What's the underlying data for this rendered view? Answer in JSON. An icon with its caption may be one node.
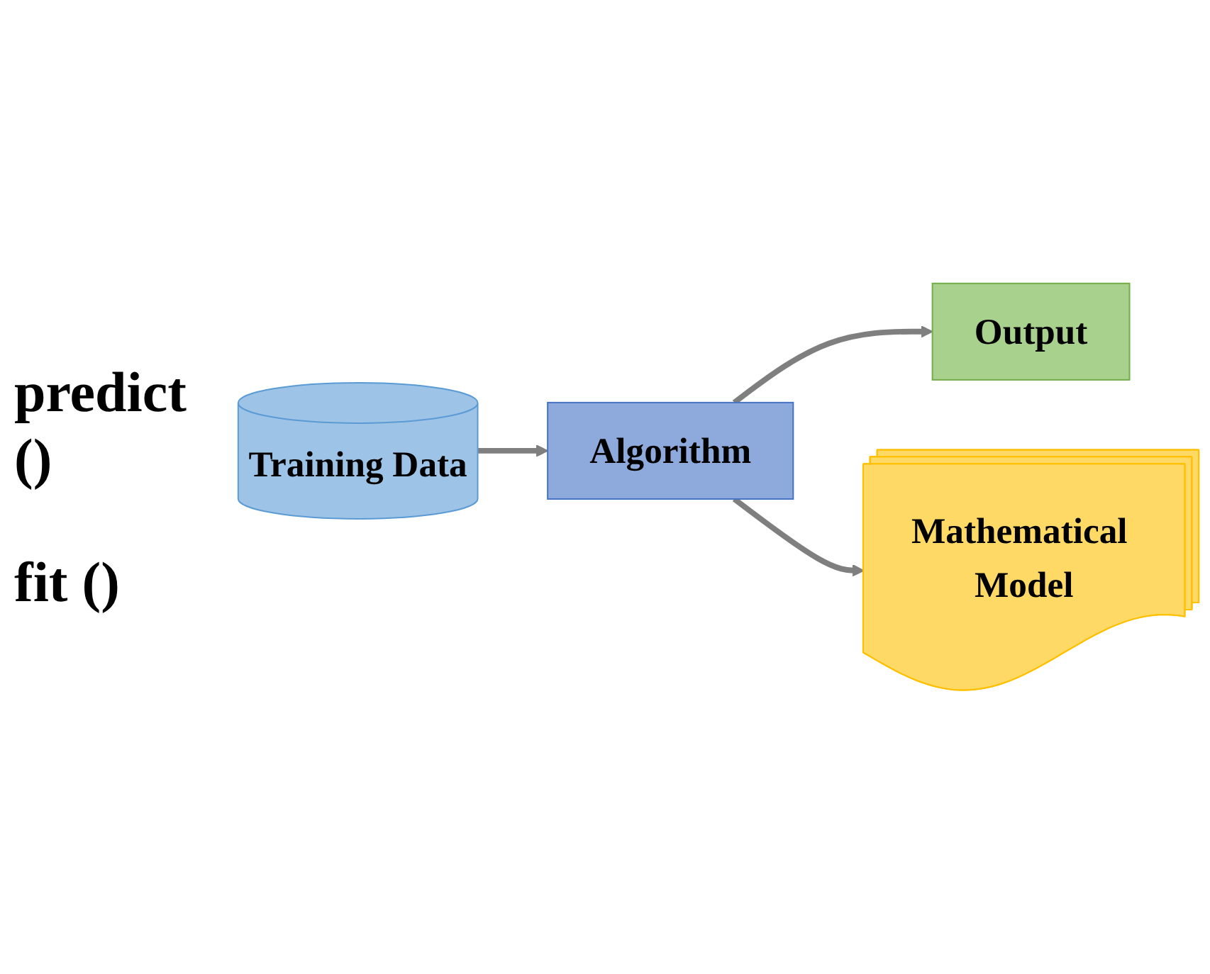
{
  "diagram": {
    "nodes": [
      {
        "text": [
          "Training Data"
        ]
      },
      {
        "text": [
          "Algorithm"
        ]
      },
      {
        "text": [
          "Output"
        ]
      },
      {
        "text": [
          "Mathematical Model"
        ]
      }
    ],
    "edges": [
      {
        "from": 0,
        "to": 1,
        "arrow": "to"
      },
      {
        "from": 1,
        "to": 2,
        "arrow": "to"
      },
      {
        "from": 1,
        "to": 3,
        "arrow": "to"
      }
    ],
    "labels": [
      "predict ()",
      "fit ()"
    ]
  }
}
